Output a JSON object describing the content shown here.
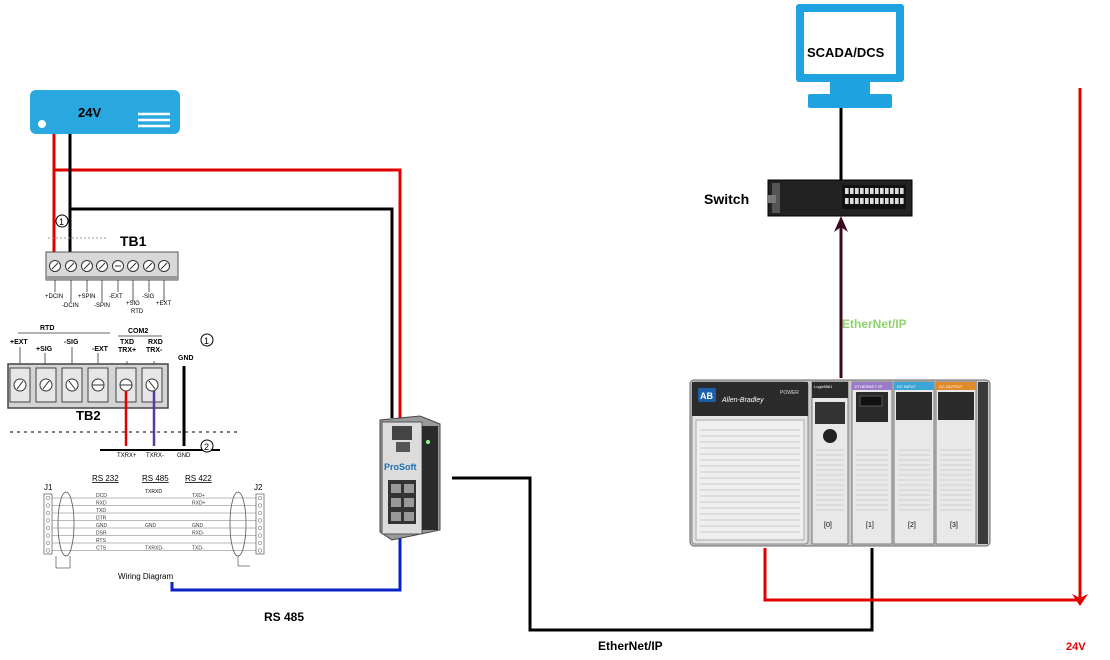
{
  "power_supply": {
    "label": "24V",
    "color": "#29a8e0"
  },
  "scada": {
    "label": "SCADA/DCS",
    "color": "#1ea2e0"
  },
  "switch": {
    "label": "Switch"
  },
  "tb1": {
    "title": "TB1",
    "marker": "1",
    "top_labels": [
      "+DCIN",
      "+SPIN",
      "-EXT",
      "-SIG"
    ],
    "bottom_labels": [
      "-DCIN",
      "-SPIN",
      "+SIG",
      "+EXT"
    ],
    "sub_label": "RTD"
  },
  "tb2": {
    "title": "TB2",
    "group_rtd": "RTD",
    "group_com": "COM2",
    "terminal_labels": [
      "+EXT",
      "+SIG",
      "-SIG",
      "-EXT",
      "TXD TRX+",
      "RXD TRX-",
      "GND"
    ],
    "marker_top": "1",
    "marker_bottom": "2",
    "wire_labels": [
      "TXRX+",
      "TXRX-",
      "GND"
    ]
  },
  "wiring_diagram": {
    "caption": "Wiring Diagram",
    "j1": "J1",
    "j2": "J2",
    "col_headers": [
      "RS 232",
      "RS 485",
      "RS 422"
    ],
    "rs485_sub": "TXRXD",
    "rows": [
      [
        "DCD",
        "",
        "TXD+"
      ],
      [
        "RXD",
        "",
        "RXD+"
      ],
      [
        "TXD",
        "",
        ""
      ],
      [
        "DTR",
        "",
        ""
      ],
      [
        "GND",
        "GND",
        "GND"
      ],
      [
        "DSR",
        "",
        "RXD-"
      ],
      [
        "RTS",
        "",
        ""
      ],
      [
        "CTS",
        "TXRXD-",
        "TXD-"
      ]
    ]
  },
  "gateway": {
    "brand": "ProSoft"
  },
  "plc": {
    "brand": "Allen-Bradley",
    "logo": "AB",
    "power_label": "POWER",
    "modules": [
      "Logix5561",
      "ETHERNET I/P",
      "DC INPUT",
      "DC OUTPUT"
    ],
    "slots": [
      "[0]",
      "[1]",
      "[2]",
      "[3]"
    ]
  },
  "links": {
    "ethernet_top": "EtherNet/IP",
    "ethernet_bottom": "EtherNet/IP",
    "rs485": "RS 485",
    "supply_24v": "24V"
  },
  "colors": {
    "red": "#e00000",
    "black": "#000000",
    "blue": "#0a22c8",
    "purple": "#5a3a9a",
    "dark_maroon": "#3a0a20",
    "green_label": "#8fd36a"
  }
}
